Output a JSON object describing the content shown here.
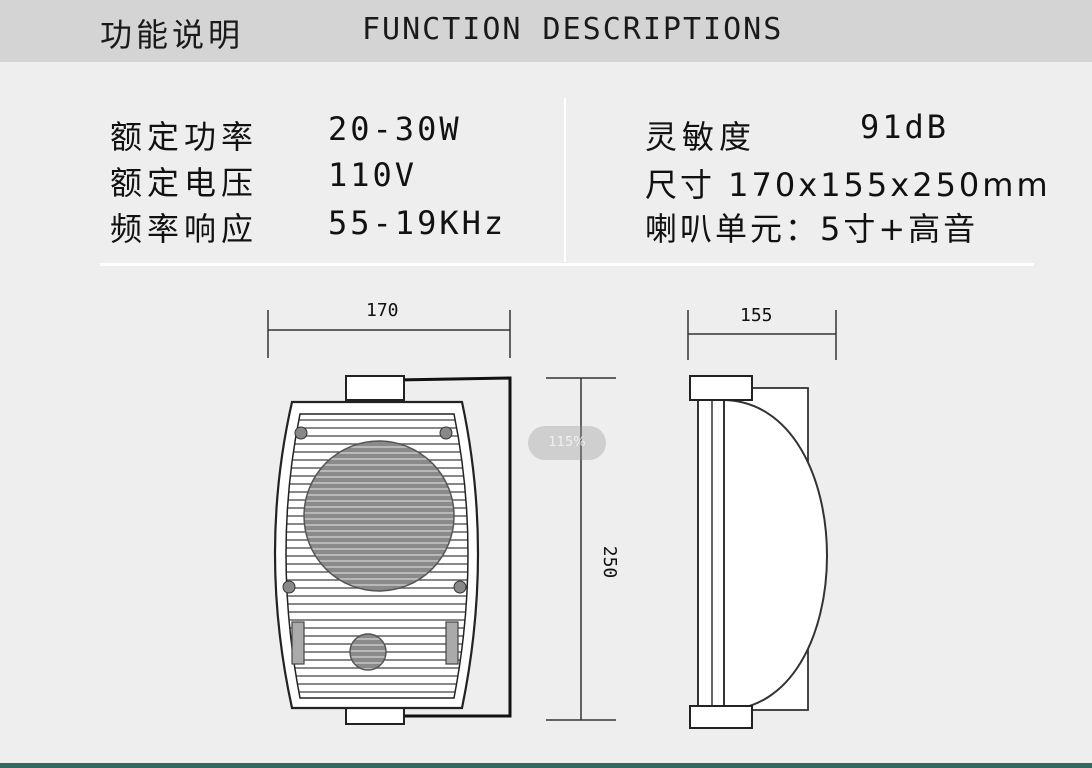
{
  "header": {
    "title_cn": "功能说明",
    "title_en": "FUNCTION DESCRIPTIONS"
  },
  "specs_left": [
    {
      "label": "额定功率",
      "value": "20-30W"
    },
    {
      "label": "额定电压",
      "value": "110V"
    },
    {
      "label": "频率响应",
      "value": "55-19KHz"
    }
  ],
  "specs_right": [
    {
      "label": "灵敏度",
      "value": "91dB"
    },
    {
      "text": "尺寸 170x155x250mm"
    },
    {
      "text": "喇叭单元：5寸+高音"
    }
  ],
  "dimensions": {
    "front_width": "170",
    "side_depth": "155",
    "height": "250"
  },
  "zoom_indicator": "115%",
  "colors": {
    "header_bg": "#d4d4d4",
    "page_bg": "#eeeeee",
    "bottom_accent": "#2f6a5c"
  }
}
